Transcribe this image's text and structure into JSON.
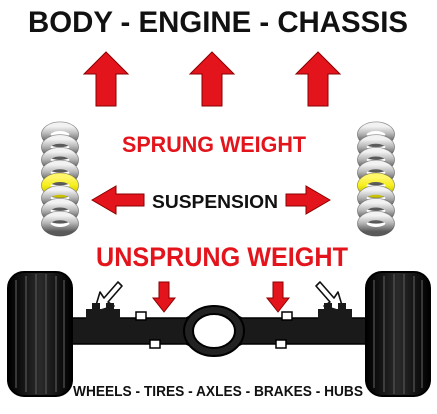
{
  "title": "BODY - ENGINE - CHASSIS",
  "labels": {
    "sprung_weight": "SPRUNG WEIGHT",
    "suspension": "SUSPENSION",
    "unsprung_weight": "UNSPRUNG WEIGHT",
    "components": "WHEELS - TIRES - AXLES - BRAKES - HUBS"
  },
  "colors": {
    "accent_red": "#e3141b",
    "spring_band_yellow": "#f5ef1c",
    "text_black": "#111111",
    "tire_black": "#111111"
  },
  "icons": [
    "up-arrow-icon",
    "coil-spring-icon",
    "left-right-arrow-icon",
    "down-arrow-icon",
    "wheel-icon",
    "axle-icon"
  ]
}
